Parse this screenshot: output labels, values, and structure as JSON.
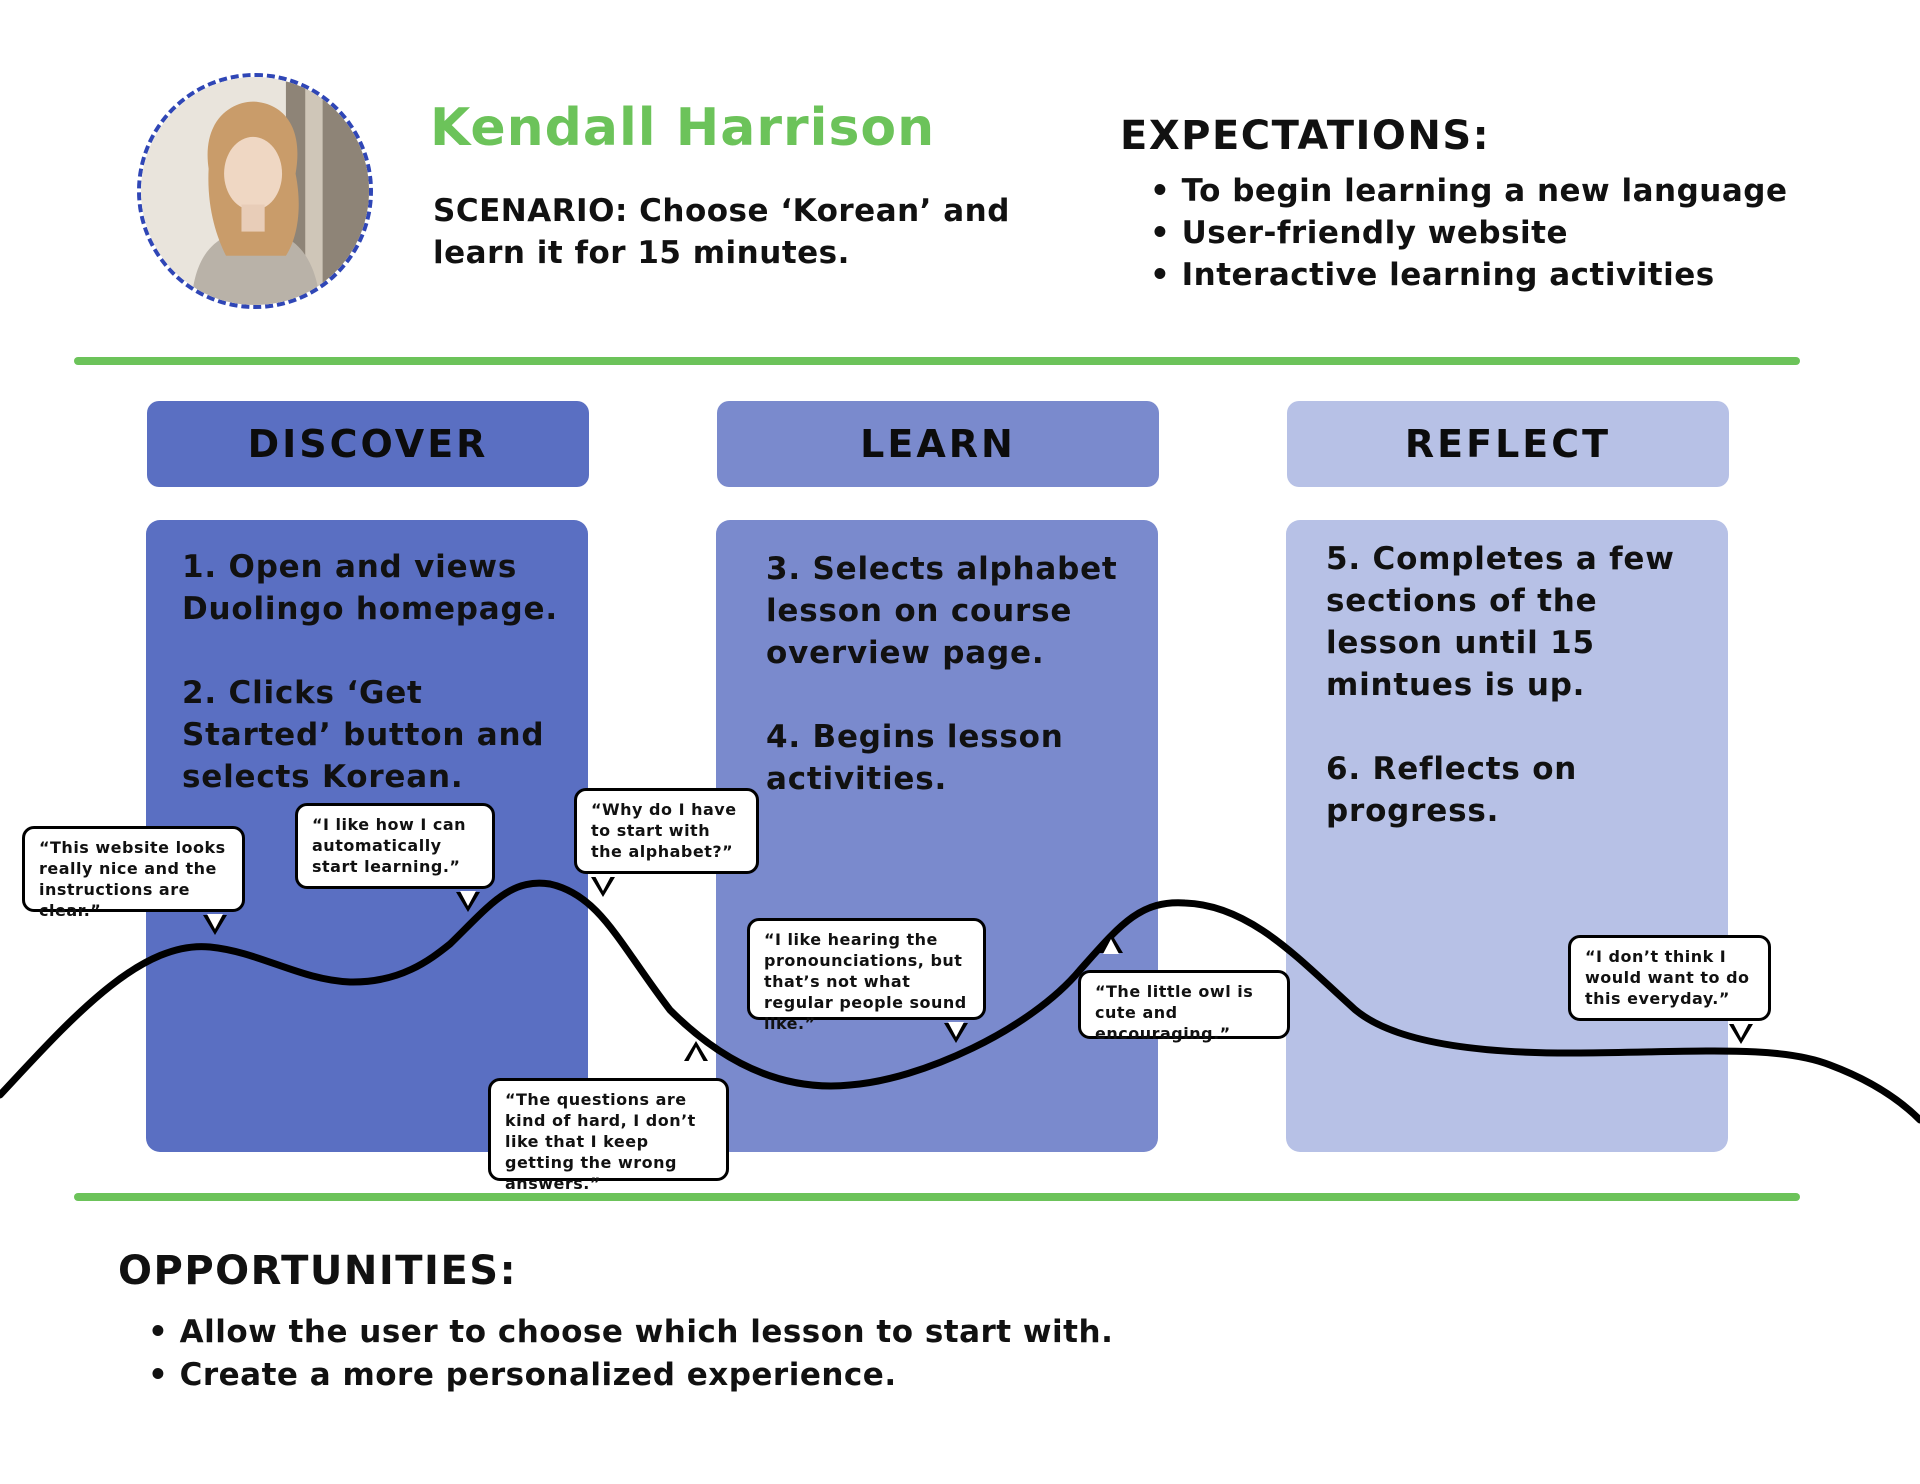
{
  "persona": {
    "name": "Kendall Harrison",
    "scenario_label": "SCENARIO",
    "scenario_text": ": Choose ‘Korean’ and learn it for 15 minutes."
  },
  "expectations": {
    "title": "EXPECTATIONS:",
    "items": [
      "To begin learning a new language",
      "User-friendly website",
      "Interactive learning activities"
    ]
  },
  "stages": [
    {
      "title": "DISCOVER",
      "steps": [
        "1. Open and views Duolingo homepage.",
        "2. Clicks ‘Get Started’ button and selects Korean."
      ]
    },
    {
      "title": "LEARN",
      "steps": [
        "3. Selects alphabet lesson on course overview page.",
        "4. Begins lesson activities."
      ]
    },
    {
      "title": "REFLECT",
      "steps": [
        "5. Completes a few sections of the lesson until 15 mintues is up.",
        "6. Reflects on progress."
      ]
    }
  ],
  "quotes": [
    "“This website looks really nice and the instructions are clear.”",
    "“I like how I can automatically start learning.”",
    "“Why do I have to start with the alphabet?”",
    "“The questions are kind of hard, I don’t like that I keep getting the wrong answers.”",
    "“I like hearing the pronounciations, but that’s not what regular people sound like.”",
    "“The little owl is cute and encouraging.”",
    "“I don’t think I would want to do this everyday.”"
  ],
  "opportunities": {
    "title": "OPPORTUNITIES:",
    "items": [
      "Allow the user to choose which lesson to start with.",
      "Create a more personalized experience."
    ]
  },
  "colors": {
    "name_green": "#6cc35a",
    "divider_green": "#6cc35a",
    "discover": "#5a6fc2",
    "learn": "#7a8acd",
    "reflect": "#b7c1e6",
    "avatar_border": "#2f46b6"
  }
}
